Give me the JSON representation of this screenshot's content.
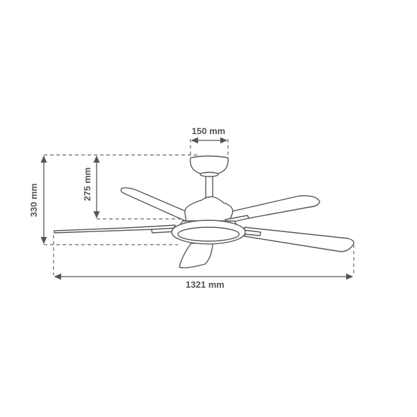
{
  "dimensions": {
    "canopy_width": "150 mm",
    "rod_height": "275 mm",
    "total_height": "330 mm",
    "blade_span": "1321 mm"
  },
  "colors": {
    "line": "#555555",
    "background": "#ffffff"
  }
}
